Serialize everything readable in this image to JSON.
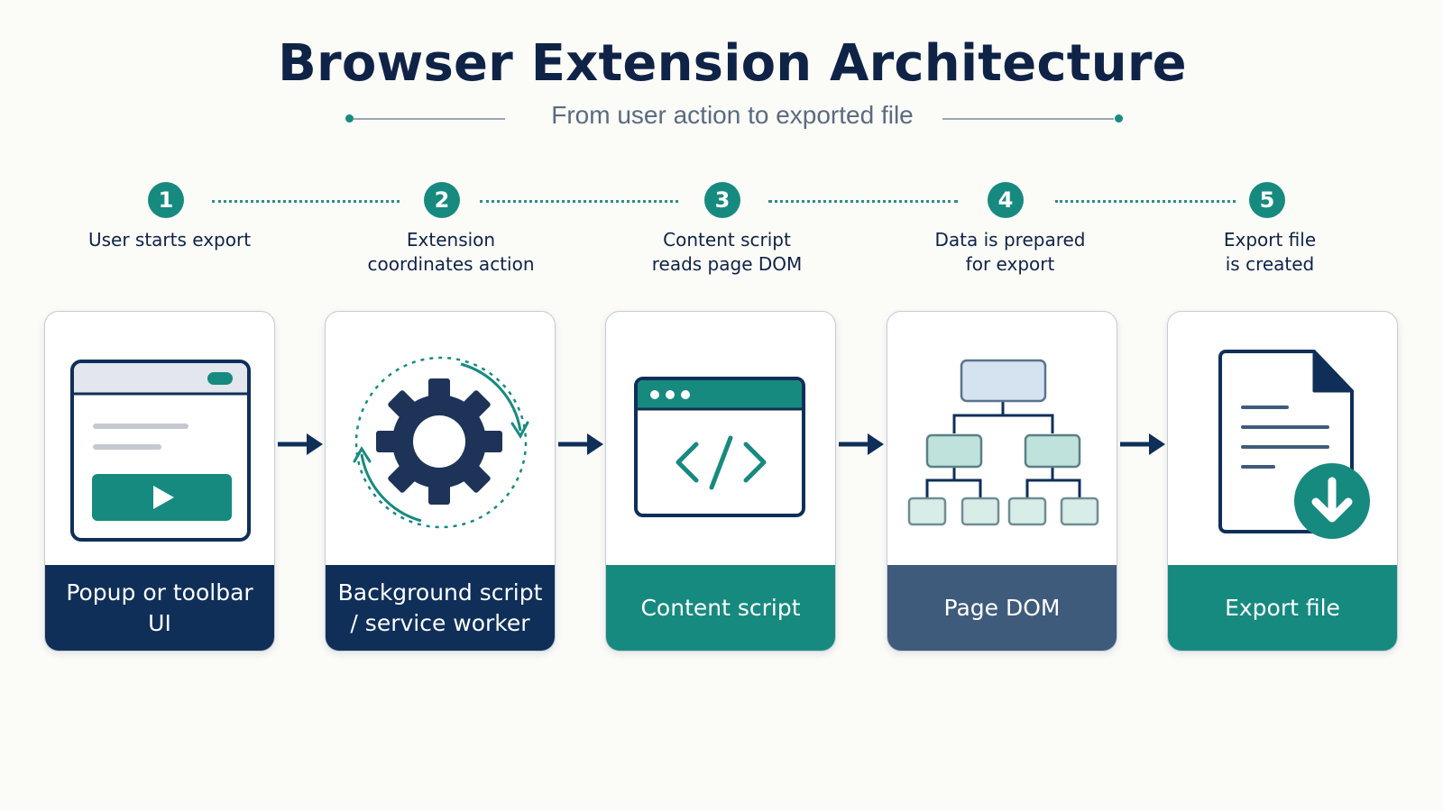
{
  "diagram": {
    "title": "Browser Extension Architecture",
    "subtitle": "From user action to exported file",
    "steps": [
      {
        "number": "1",
        "label": "User starts export"
      },
      {
        "number": "2",
        "label": "Extension coordinates action"
      },
      {
        "number": "3",
        "label": "Content script reads page DOM"
      },
      {
        "number": "4",
        "label": "Data is prepared for export"
      },
      {
        "number": "5",
        "label": "Export file is created"
      }
    ],
    "components": [
      {
        "label": "Popup or toolbar UI",
        "icon": "popup-window-icon",
        "color": "#0f2f59"
      },
      {
        "label": "Background script / service worker",
        "icon": "gear-sync-icon",
        "color": "#0f2f59"
      },
      {
        "label": "Content script",
        "icon": "code-window-icon",
        "color": "#178a80"
      },
      {
        "label": "Page DOM",
        "icon": "dom-tree-icon",
        "color": "#3f5b7c"
      },
      {
        "label": "Export file",
        "icon": "file-download-icon",
        "color": "#178a80"
      }
    ],
    "colors": {
      "navy": "#0f2347",
      "teal": "#178a80",
      "slate": "#3f5b7c",
      "light_teal": "#bfe2dc",
      "light_blue": "#d5e3f0"
    }
  }
}
